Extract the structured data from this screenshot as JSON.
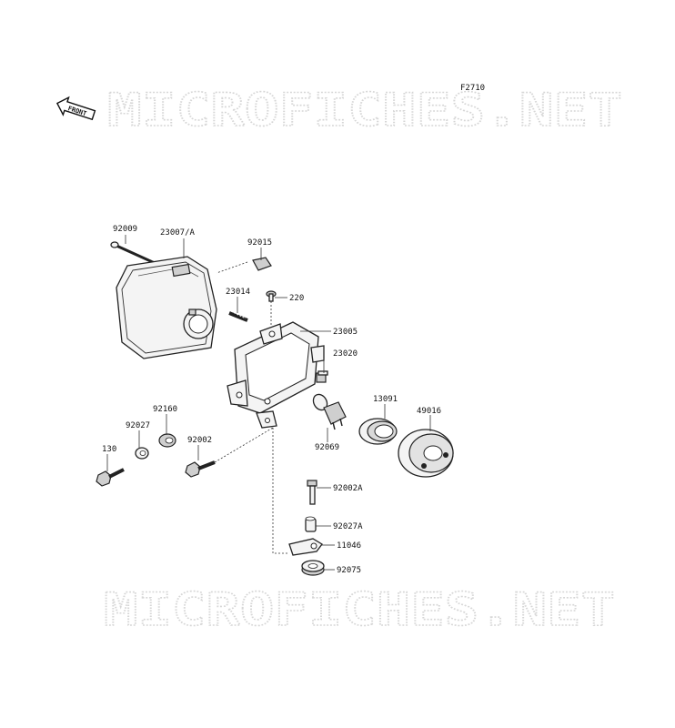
{
  "figure_code": "F2710",
  "watermark": "MICROFICHES.NET",
  "front_label": "FRONT",
  "parts": [
    {
      "id": "p-92009",
      "number": "92009"
    },
    {
      "id": "p-23007a",
      "number": "23007/A"
    },
    {
      "id": "p-92015",
      "number": "92015"
    },
    {
      "id": "p-23014",
      "number": "23014"
    },
    {
      "id": "p-220",
      "number": "220"
    },
    {
      "id": "p-23005",
      "number": "23005"
    },
    {
      "id": "p-23020",
      "number": "23020"
    },
    {
      "id": "p-13091",
      "number": "13091"
    },
    {
      "id": "p-49016",
      "number": "49016"
    },
    {
      "id": "p-92160",
      "number": "92160"
    },
    {
      "id": "p-92027",
      "number": "92027"
    },
    {
      "id": "p-92002",
      "number": "92002"
    },
    {
      "id": "p-130",
      "number": "130"
    },
    {
      "id": "p-92069",
      "number": "92069"
    },
    {
      "id": "p-92002a",
      "number": "92002A"
    },
    {
      "id": "p-92027a",
      "number": "92027A"
    },
    {
      "id": "p-11046",
      "number": "11046"
    },
    {
      "id": "p-92075",
      "number": "92075"
    }
  ]
}
